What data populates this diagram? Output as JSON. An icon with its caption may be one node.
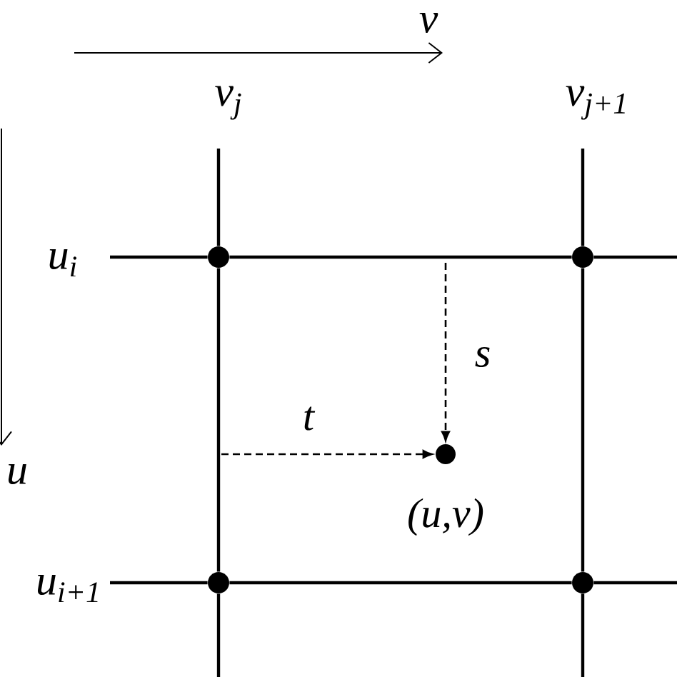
{
  "diagram": {
    "nodes": [
      {
        "text": [],
        "shape": "circle"
      },
      {
        "text": [],
        "shape": "circle"
      },
      {
        "text": [],
        "shape": "circle"
      },
      {
        "text": [],
        "shape": "circle"
      },
      {
        "text": [],
        "shape": "circle",
        "beside": [
          "(u,v)"
        ]
      }
    ],
    "edges": [
      {
        "from": 0,
        "to": 1,
        "arrow": "none"
      },
      {
        "from": 0,
        "to": 2,
        "arrow": "none"
      },
      {
        "from": 1,
        "to": 3,
        "arrow": "none"
      },
      {
        "from": 2,
        "to": 3,
        "arrow": "none"
      },
      {
        "from": null,
        "to": 4,
        "arrow": "to",
        "style": "dashed",
        "label": "t"
      },
      {
        "from": null,
        "to": 4,
        "arrow": "to",
        "style": "dashed",
        "label": "s"
      }
    ],
    "labels": [
      "v",
      "v$_{j}$",
      "v$_{j+1}$",
      "u$_{i}$",
      "u",
      "u$_{i+1}$"
    ]
  }
}
